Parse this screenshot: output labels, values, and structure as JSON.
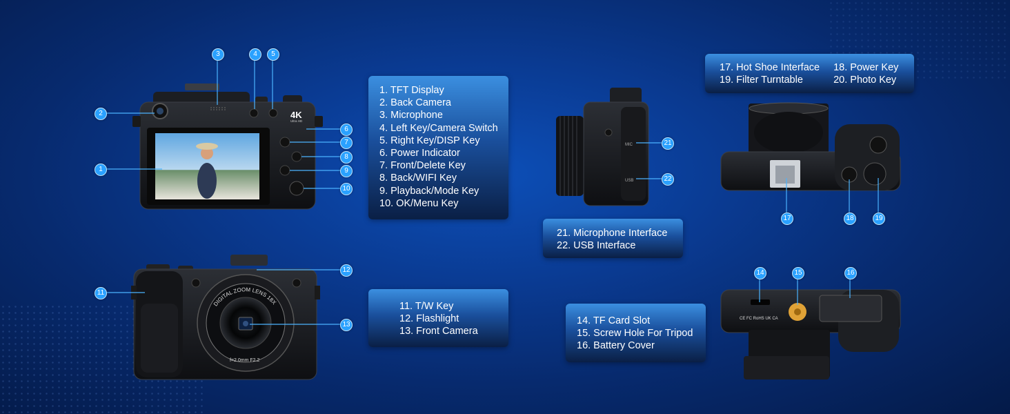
{
  "panels": {
    "back_keys": [
      "1. TFT Display",
      "2. Back Camera",
      "3. Microphone",
      "4. Left Key/Camera Switch",
      "5. Right Key/DISP Key",
      "6. Power Indicator",
      "7. Front/Delete Key",
      "8. Back/WIFI Key",
      "9. Playback/Mode Key",
      "10. OK/Menu Key"
    ],
    "front_keys": [
      "11. T/W Key",
      "12. Flashlight",
      "13. Front Camera"
    ],
    "side_keys": [
      "21. Microphone Interface",
      "22. USB Interface"
    ],
    "top_keys_col1": [
      "17. Hot Shoe Interface",
      "19. Filter Turntable"
    ],
    "top_keys_col2": [
      "18. Power Key",
      "20. Photo Key"
    ],
    "bottom_keys": [
      "14. TF Card Slot",
      "15. Screw Hole For Tripod",
      "16. Battery Cover"
    ]
  },
  "camera_labels": {
    "badge_4k": "4K",
    "ultra_hd": "Ultra HD",
    "lens_ring": "DIGITAL ZOOM LENS 18X",
    "lens_spec": "f=2.0mm F2.2",
    "mic_port": "MIC",
    "usb_port": "USB",
    "cert_marks": "CE FC RoHS UK CA"
  },
  "callouts": [
    "1",
    "2",
    "3",
    "4",
    "5",
    "6",
    "7",
    "8",
    "9",
    "10",
    "11",
    "12",
    "13",
    "14",
    "15",
    "16",
    "17",
    "18",
    "19",
    "21",
    "22"
  ],
  "colors": {
    "badge": "#2aa1ff",
    "panel_top": "#3b8fe0",
    "panel_bottom": "#0a1f45"
  }
}
